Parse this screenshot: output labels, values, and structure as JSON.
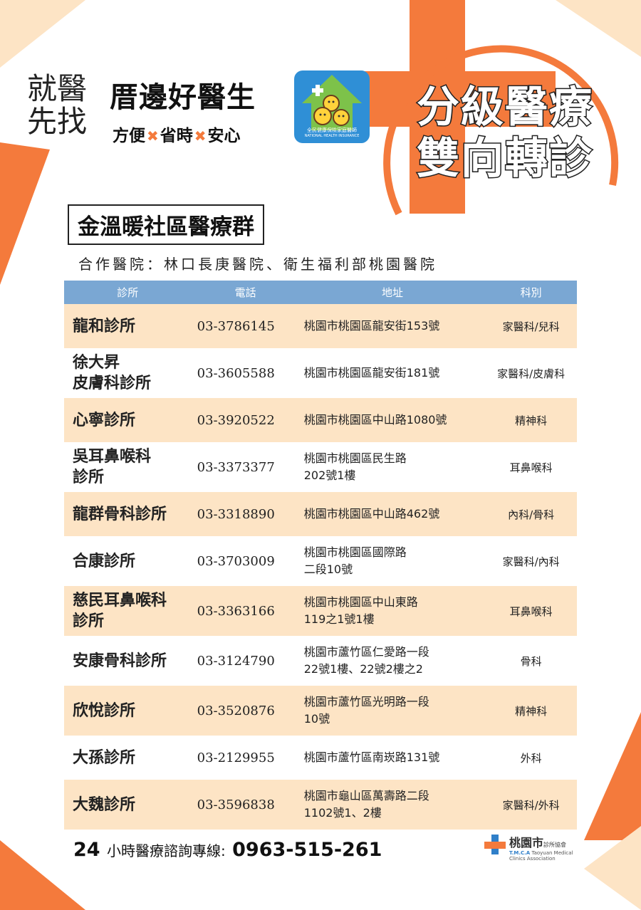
{
  "header": {
    "slogan_left_1": "就醫",
    "slogan_left_2": "先找",
    "slogan_main": "厝邊好醫生",
    "benefits": [
      "方便",
      "省時",
      "安心"
    ],
    "logo_text": "全民健康保險家庭醫師",
    "logo_text_en": "NATIONAL HEALTH INSURANCE",
    "promo_line_1": "分級醫療",
    "promo_line_2": "雙向轉診"
  },
  "group_title": "金溫暖社區醫療群",
  "partner_hospitals": "合作醫院：林口長庚醫院、衛生福利部桃園醫院",
  "table": {
    "headers": [
      "診所",
      "電話",
      "地址",
      "科別"
    ],
    "rows": [
      {
        "name": "龍和診所",
        "phone": "03-3786145",
        "address": "桃園市桃園區龍安街153號",
        "dept": "家醫科/兒科"
      },
      {
        "name": "徐大昇\n皮膚科診所",
        "phone": "03-3605588",
        "address": "桃園市桃園區龍安街181號",
        "dept": "家醫科/皮膚科"
      },
      {
        "name": "心寧診所",
        "phone": "03-3920522",
        "address": "桃園市桃園區中山路1080號",
        "dept": "精神科"
      },
      {
        "name": "吳耳鼻喉科\n診所",
        "phone": "03-3373377",
        "address": "桃園市桃園區民生路\n202號1樓",
        "dept": "耳鼻喉科"
      },
      {
        "name": "龍群骨科診所",
        "phone": "03-3318890",
        "address": "桃園市桃園區中山路462號",
        "dept": "內科/骨科"
      },
      {
        "name": "合康診所",
        "phone": "03-3703009",
        "address": "桃園市桃園區國際路\n二段10號",
        "dept": "家醫科/內科"
      },
      {
        "name": "慈民耳鼻喉科\n診所",
        "phone": "03-3363166",
        "address": "桃園市桃園區中山東路\n119之1號1樓",
        "dept": "耳鼻喉科"
      },
      {
        "name": "安康骨科診所",
        "phone": "03-3124790",
        "address": "桃園市蘆竹區仁愛路一段\n22號1樓、22號2樓之2",
        "dept": "骨科"
      },
      {
        "name": "欣悅診所",
        "phone": "03-3520876",
        "address": "桃園市蘆竹區光明路一段\n10號",
        "dept": "精神科"
      },
      {
        "name": "大孫診所",
        "phone": "03-2129955",
        "address": "桃園市蘆竹區南崁路131號",
        "dept": "外科"
      },
      {
        "name": "大魏診所",
        "phone": "03-3596838",
        "address": "桃園市龜山區萬壽路二段\n1102號1、2樓",
        "dept": "家醫科/外科"
      }
    ]
  },
  "hotline": {
    "prefix": "24",
    "label": "小時醫療諮詢專線:",
    "number": "0963-515-261"
  },
  "footer_logo": {
    "name": "桃園市",
    "suffix": "診所協會",
    "acronym": "T.M.C.A",
    "english": "Taoyuan Medical Clinics Association"
  },
  "colors": {
    "accent_orange": "#f47a3c",
    "peach": "#fde4c5",
    "header_blue": "#7aa7d3"
  }
}
